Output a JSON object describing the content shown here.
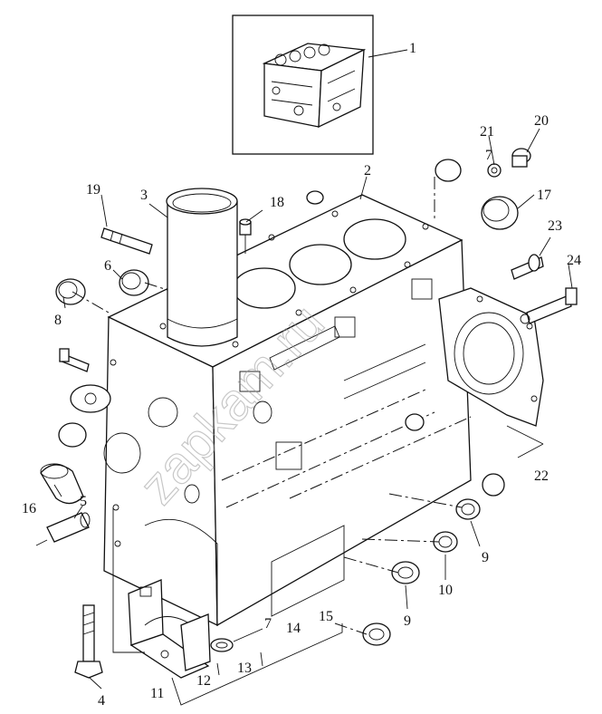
{
  "callouts": {
    "c1": "1",
    "c2": "2",
    "c3": "3",
    "c4": "4",
    "c5": "5",
    "c6": "6",
    "c7a": "7",
    "c7b": "7",
    "c8": "8",
    "c9a": "9",
    "c9b": "9",
    "c10": "10",
    "c11": "11",
    "c12": "12",
    "c13": "13",
    "c14": "14",
    "c15": "15",
    "c16": "16",
    "c17": "17",
    "c18": "18",
    "c19": "19",
    "c20": "20",
    "c21": "21",
    "c22": "22",
    "c23": "23",
    "c24": "24"
  },
  "watermark": "zapkam.ru"
}
